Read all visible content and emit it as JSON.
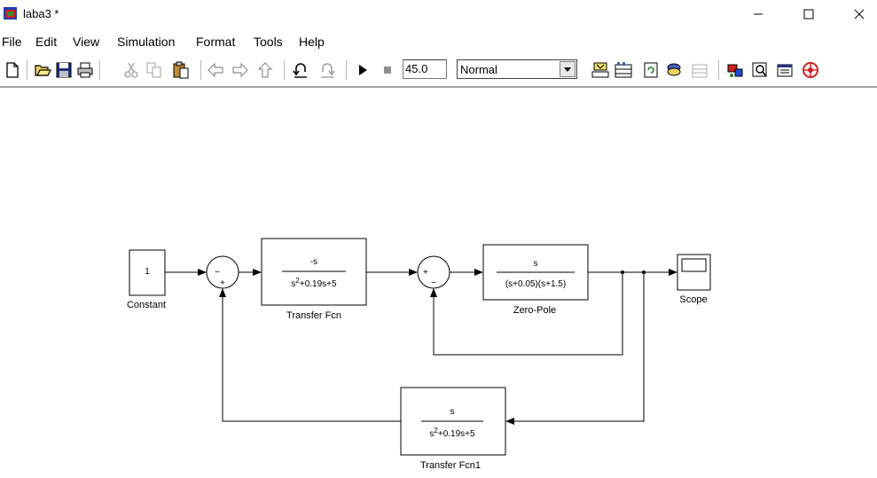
{
  "window": {
    "title": "laba3 *",
    "controls": [
      "minimize",
      "maximize",
      "close"
    ]
  },
  "menu": [
    "File",
    "Edit",
    "View",
    "Simulation",
    "Format",
    "Tools",
    "Help"
  ],
  "toolbar": {
    "stop_time": "45.0",
    "sim_mode": "Normal",
    "icons": [
      "new-icon",
      "open-icon",
      "save-icon",
      "print-icon",
      "cut-icon",
      "copy-icon",
      "paste-icon",
      "back-icon",
      "forward-icon",
      "up-icon",
      "undo-icon",
      "redo-icon",
      "play-icon",
      "stop-icon",
      "build-icon",
      "library-icon",
      "update-icon",
      "model-explorer-icon",
      "debug-icon",
      "tool-icon",
      "find-icon",
      "properties-icon",
      "help-icon"
    ]
  },
  "diagram": {
    "constant": {
      "value": "1",
      "label": "Constant"
    },
    "sum1": {
      "sign_left": "−",
      "sign_bottom": "+"
    },
    "transfer_fcn": {
      "numerator": "-s",
      "denominator_pre": "s",
      "denominator_exp": "2",
      "denominator_post": "+0.19s+5",
      "label": "Transfer Fcn"
    },
    "sum2": {
      "sign_left": "+",
      "sign_bottom": "−"
    },
    "zero_pole": {
      "numerator": "s",
      "denominator": "(s+0.05)(s+1.5)",
      "label": "Zero-Pole"
    },
    "scope": {
      "label": "Scope"
    },
    "transfer_fcn1": {
      "numerator": "s",
      "denominator_pre": "s",
      "denominator_exp": "2",
      "denominator_post": "+0.19s+5",
      "label": "Transfer Fcn1"
    }
  }
}
